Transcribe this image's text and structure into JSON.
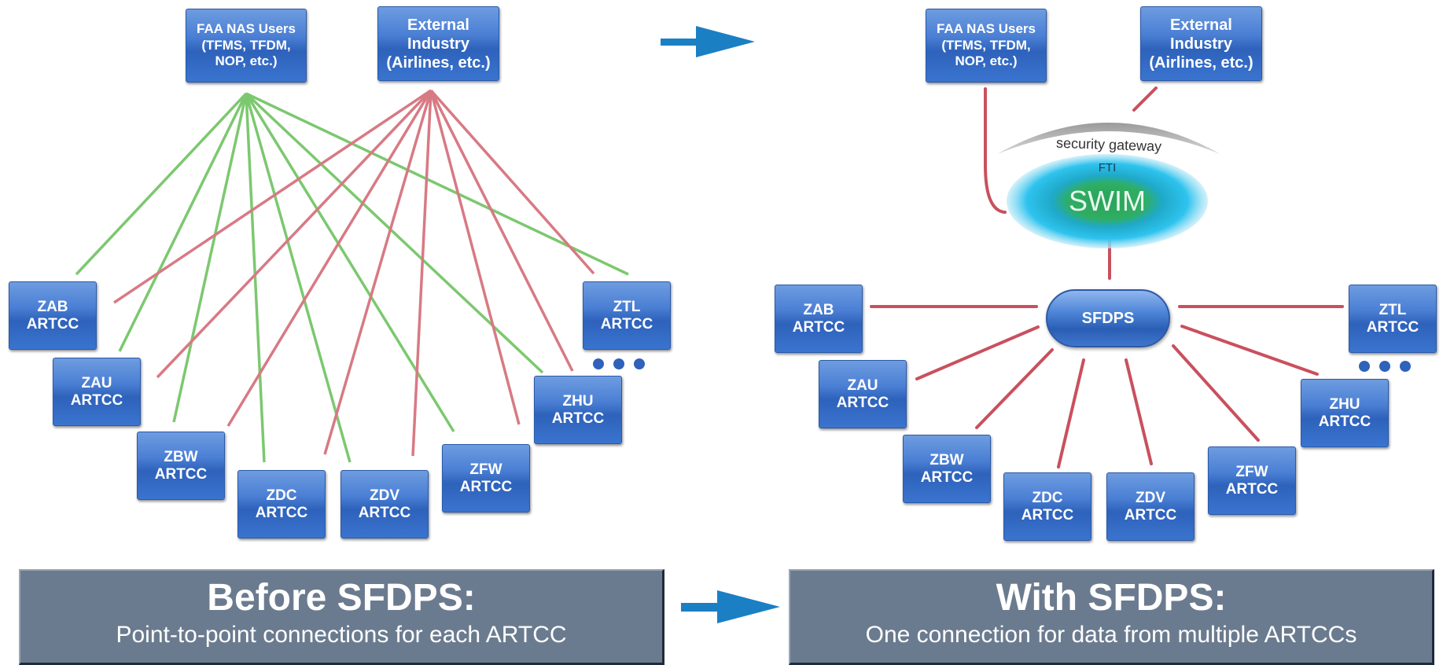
{
  "before": {
    "users_box": [
      "FAA NAS Users",
      "(TFMS, TFDM,",
      "NOP, etc.)"
    ],
    "industry_box": [
      "External",
      "Industry",
      "(Airlines, etc.)"
    ],
    "centers": [
      {
        "code": "ZAB",
        "suffix": "ARTCC"
      },
      {
        "code": "ZAU",
        "suffix": "ARTCC"
      },
      {
        "code": "ZBW",
        "suffix": "ARTCC"
      },
      {
        "code": "ZDC",
        "suffix": "ARTCC"
      },
      {
        "code": "ZDV",
        "suffix": "ARTCC"
      },
      {
        "code": "ZFW",
        "suffix": "ARTCC"
      },
      {
        "code": "ZHU",
        "suffix": "ARTCC"
      },
      {
        "code": "ZTL",
        "suffix": "ARTCC"
      }
    ],
    "banner_title": "Before SFDPS:",
    "banner_subtitle": "Point-to-point connections for each ARTCC"
  },
  "after": {
    "users_box": [
      "FAA NAS Users",
      "(TFMS, TFDM,",
      "NOP, etc.)"
    ],
    "industry_box": [
      "External",
      "Industry",
      "(Airlines, etc.)"
    ],
    "security_gateway_label": "security gateway",
    "fti_label": "FTI",
    "swim_label": "SWIM",
    "sfdps_label": "SFDPS",
    "centers": [
      {
        "code": "ZAB",
        "suffix": "ARTCC"
      },
      {
        "code": "ZAU",
        "suffix": "ARTCC"
      },
      {
        "code": "ZBW",
        "suffix": "ARTCC"
      },
      {
        "code": "ZDC",
        "suffix": "ARTCC"
      },
      {
        "code": "ZDV",
        "suffix": "ARTCC"
      },
      {
        "code": "ZFW",
        "suffix": "ARTCC"
      },
      {
        "code": "ZHU",
        "suffix": "ARTCC"
      },
      {
        "code": "ZTL",
        "suffix": "ARTCC"
      }
    ],
    "banner_title": "With SFDPS:",
    "banner_subtitle": "One connection for data from multiple ARTCCs"
  },
  "colors": {
    "green_line": "#7cc86f",
    "red_line": "#d77a84",
    "arrow": "#1b7fc4",
    "box_blue": "#3a72cc",
    "banner_gray": "#6b7b8f",
    "swim_green": "#2aa35a",
    "swim_cyan": "#26b7e0"
  }
}
